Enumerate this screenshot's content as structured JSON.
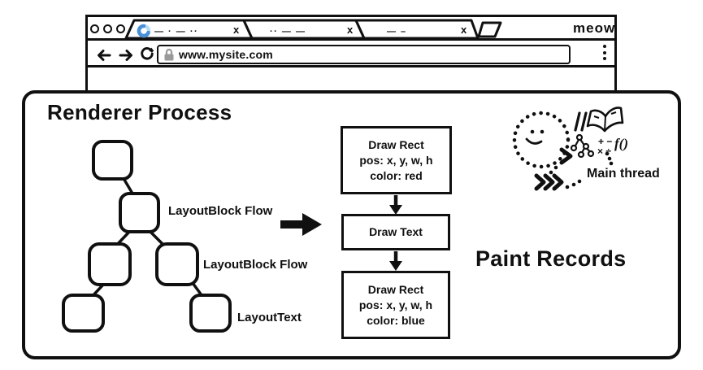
{
  "browser": {
    "window_controls": [
      "circle",
      "circle",
      "circle"
    ],
    "tabs": [
      {
        "placeholder": "— · — ··",
        "close_label": "x",
        "loading": true
      },
      {
        "placeholder": "·· — —",
        "close_label": "x",
        "loading": false
      },
      {
        "placeholder": "— –",
        "close_label": "x",
        "loading": false
      }
    ],
    "brand_label": "meow",
    "url_bar": {
      "url": "www.mysite.com"
    }
  },
  "renderer": {
    "title": "Renderer Process",
    "layout_tree": {
      "node_count": 6,
      "labels": [
        "LayoutBlock Flow",
        "LayoutBlock Flow",
        "LayoutText"
      ]
    },
    "paint_steps": [
      {
        "lines": [
          "Draw Rect",
          "pos: x, y, w, h",
          "color: red"
        ]
      },
      {
        "lines": [
          "Draw Text"
        ]
      },
      {
        "lines": [
          "Draw Rect",
          "pos: x, y, w, h",
          "color: blue"
        ]
      }
    ],
    "paint_records_label": "Paint Records",
    "main_thread": {
      "label": "Main thread",
      "doodles": {
        "math_row1": "+ −",
        "math_row2": "× ÷",
        "function": "f()"
      }
    }
  },
  "icons": {
    "window_controls": "outlined circles",
    "tab_close": "x",
    "new_tab": "parallelogram",
    "back": "←",
    "forward": "→",
    "reload": "↻",
    "lock": "padlock",
    "menu": "⋮",
    "spinner": "loading-arc"
  },
  "colors": {
    "ink": "#101010",
    "spinner_blue": "#4a90d8",
    "spinner_light": "#b9dcf5",
    "lock_gray": "#9a9a9a"
  }
}
